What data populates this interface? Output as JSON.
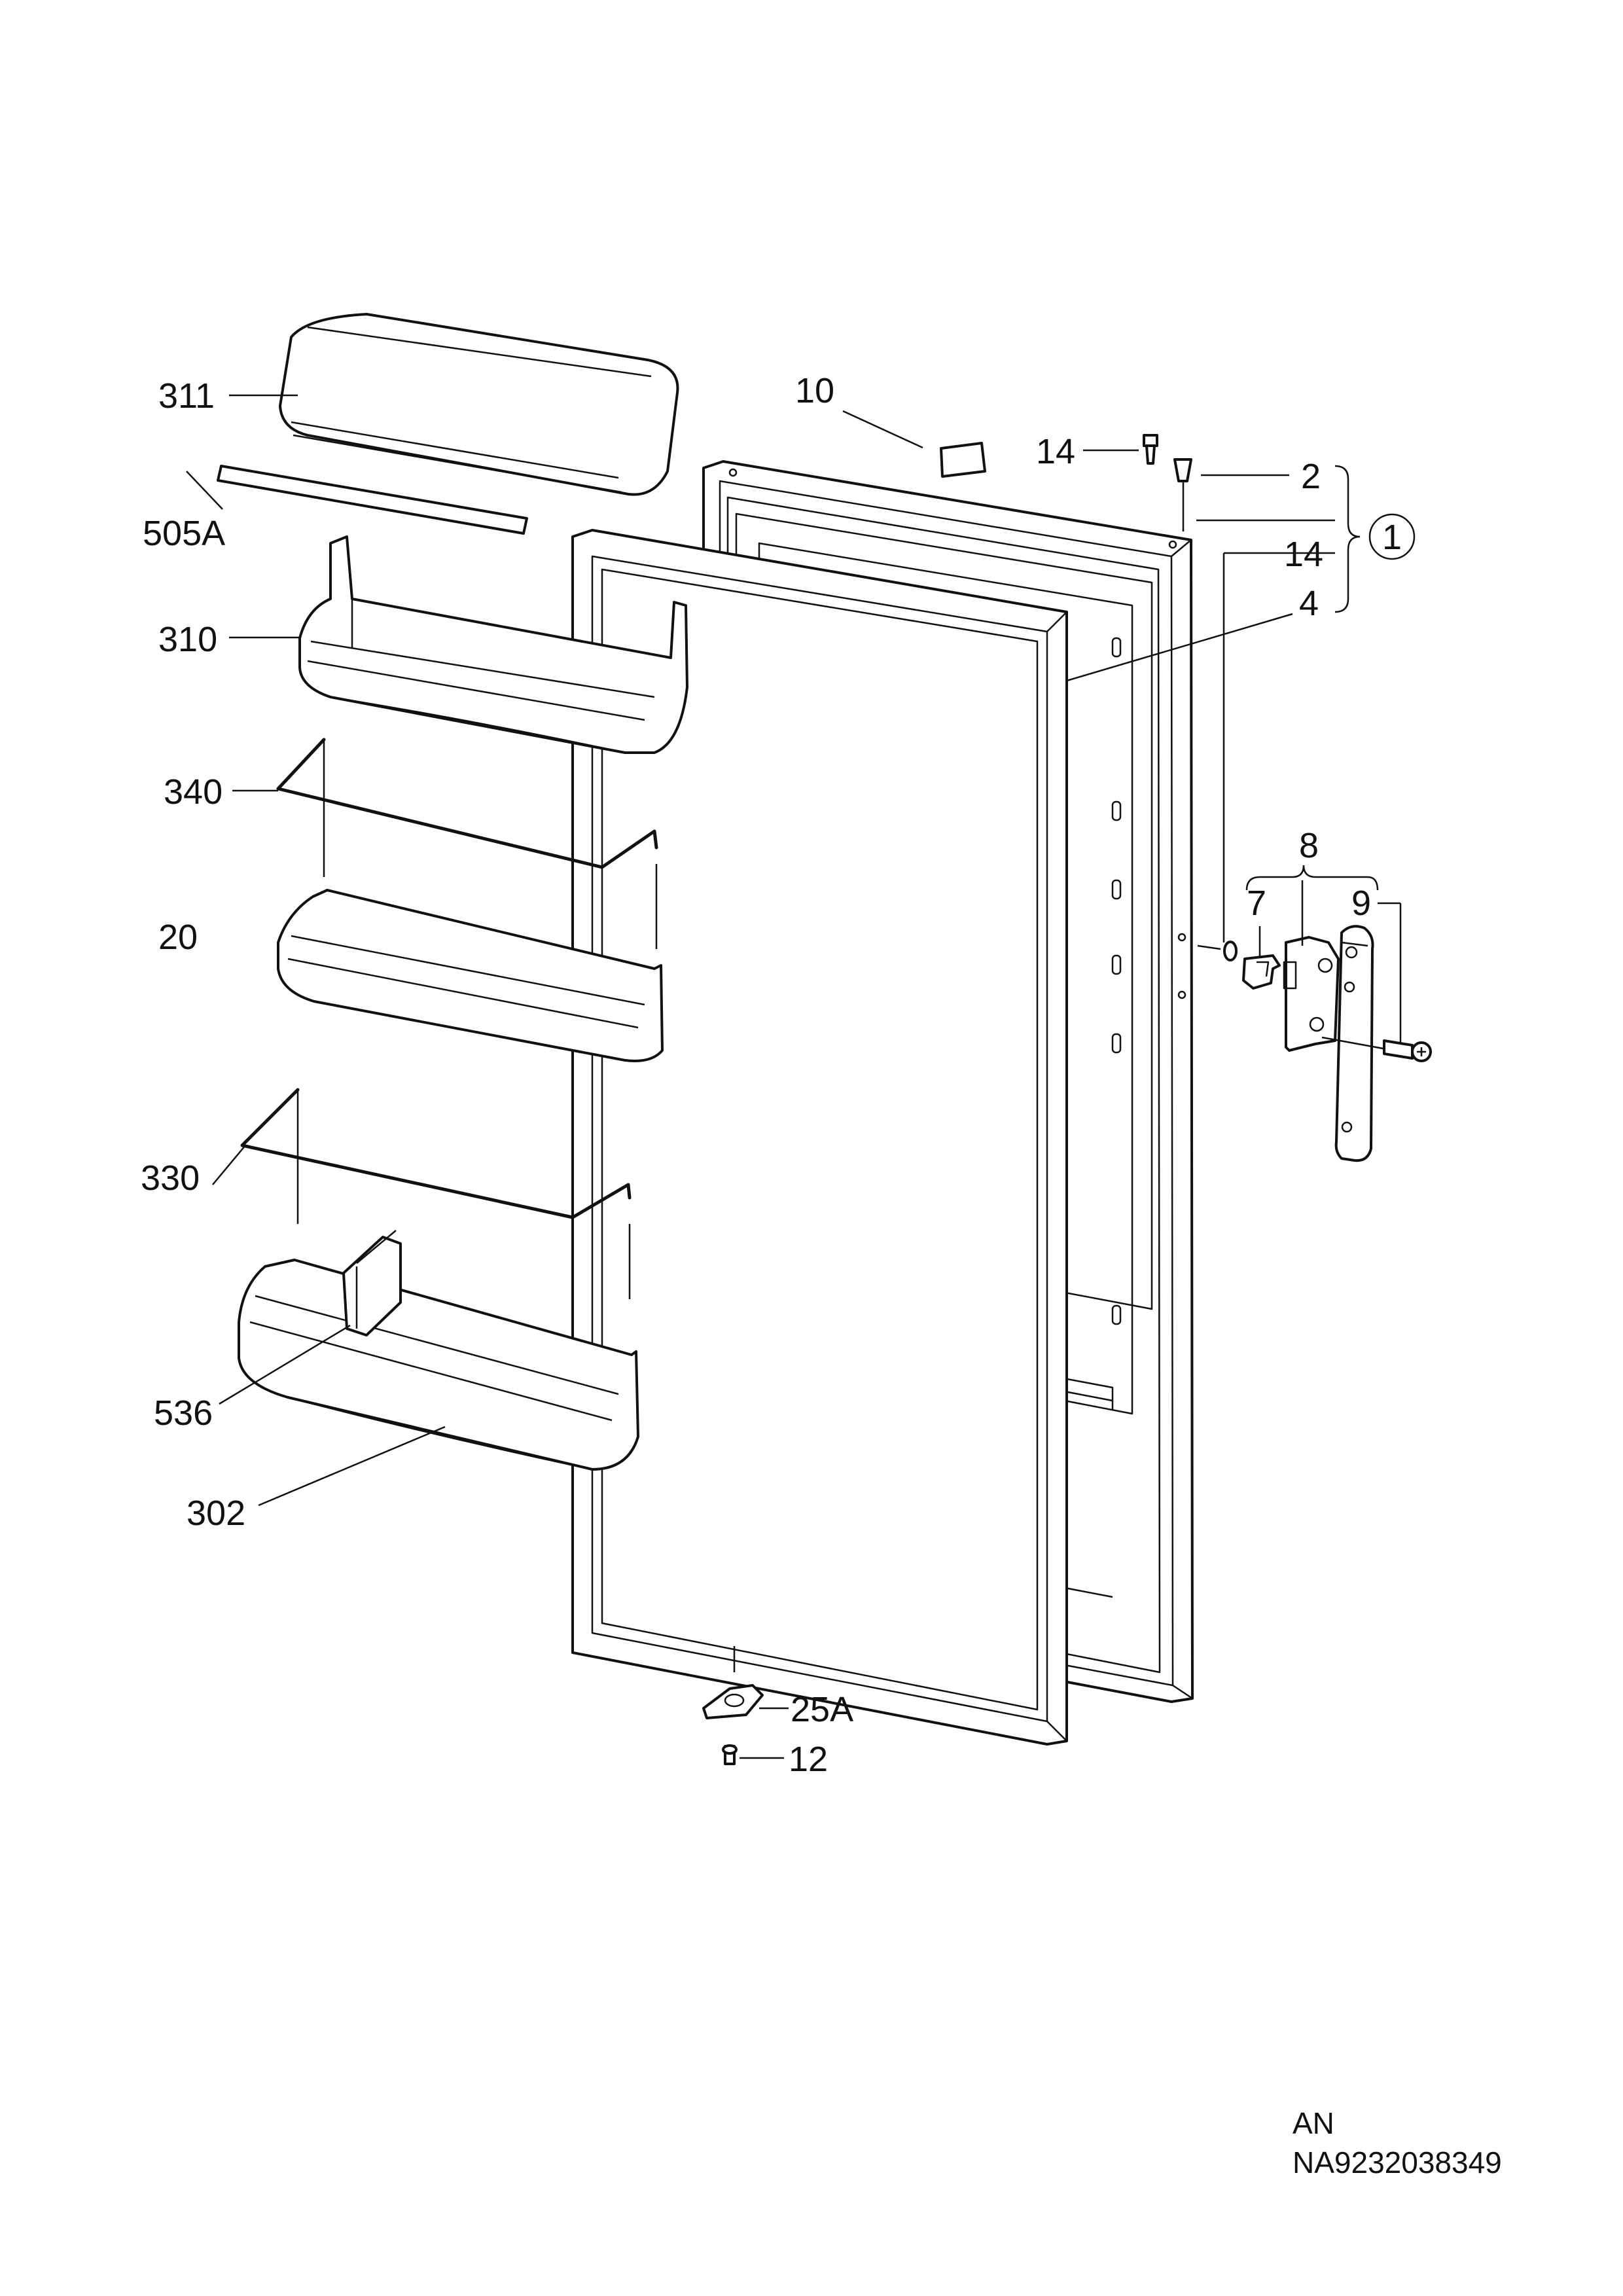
{
  "labels": {
    "p311": "311",
    "p505a": "505A",
    "p310": "310",
    "p340": "340",
    "p20": "20",
    "p330": "330",
    "p536": "536",
    "p302": "302",
    "p10": "10",
    "p14_top": "14",
    "p2": "2",
    "p1": "1",
    "p14_side": "14",
    "p4": "4",
    "p8": "8",
    "p7": "7",
    "p9": "9",
    "p25a": "25A",
    "p12": "12"
  },
  "footer": {
    "line1": "AN",
    "line2": "NA9232038349"
  }
}
